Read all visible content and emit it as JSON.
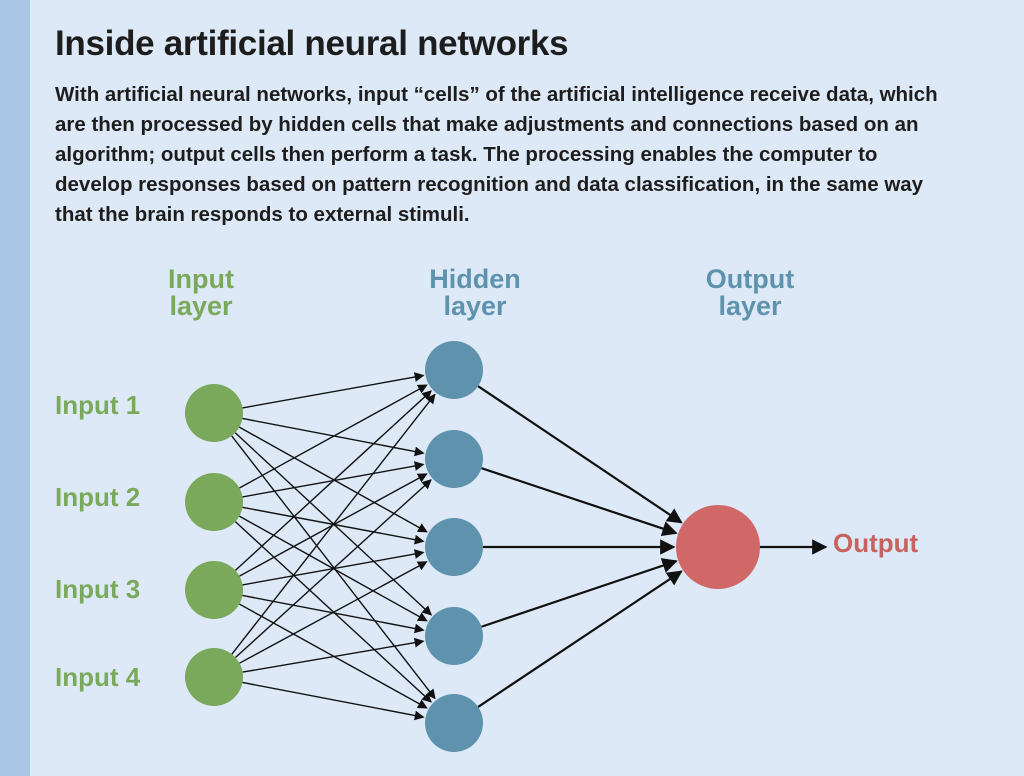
{
  "title": "Inside artificial neural networks",
  "description": "With artificial neural networks, input “cells” of the artificial intelligence receive data, which are then processed by hidden cells that make adjustments and connections based on an algorithm; output cells then perform a task. The processing enables the computer to develop responses based on pattern recognition and data classification, in the same way that the brain responds to external stimuli.",
  "layers": {
    "input": {
      "line1": "Input",
      "line2": "layer",
      "color": "#7aa95c"
    },
    "hidden": {
      "line1": "Hidden",
      "line2": "layer",
      "color": "#5f93ad"
    },
    "output": {
      "line1": "Output",
      "line2": "layer",
      "color": "#5f93ad"
    }
  },
  "inputs": [
    "Input 1",
    "Input 2",
    "Input 3",
    "Input 4"
  ],
  "hidden_count": 5,
  "output_label": "Output",
  "colors": {
    "input_node": "#7aa95c",
    "hidden_node": "#5f93ad",
    "output_node": "#cf6866",
    "arrow": "#111111"
  }
}
